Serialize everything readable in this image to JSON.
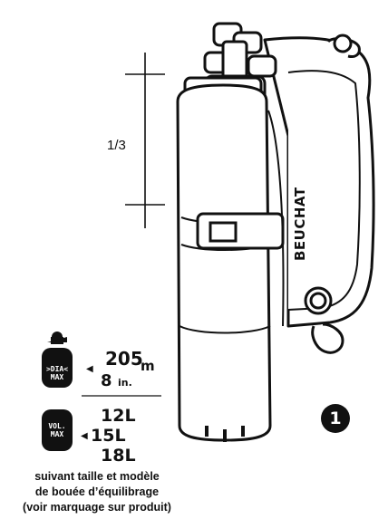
{
  "measure": {
    "fraction": "1/3"
  },
  "depth_spec": {
    "tank_label_top": ">DIA<",
    "tank_label_bottom": "MAX",
    "diameter_mm": "205",
    "diameter_mm_unit": "m",
    "diameter_in": "8",
    "diameter_in_unit": "in."
  },
  "volume_spec": {
    "tank_label_top": "VOL.",
    "tank_label_bottom": "MAX",
    "options": [
      "12L",
      "15L",
      "18L"
    ]
  },
  "caption": {
    "line1": "suivant taille et modèle",
    "line2": "de bouée d’équilibrage",
    "line3": "(voir marquage sur produit)"
  },
  "brand": "BEUCHAT",
  "step_badge": "1",
  "colors": {
    "ink": "#111111",
    "background": "#ffffff"
  }
}
